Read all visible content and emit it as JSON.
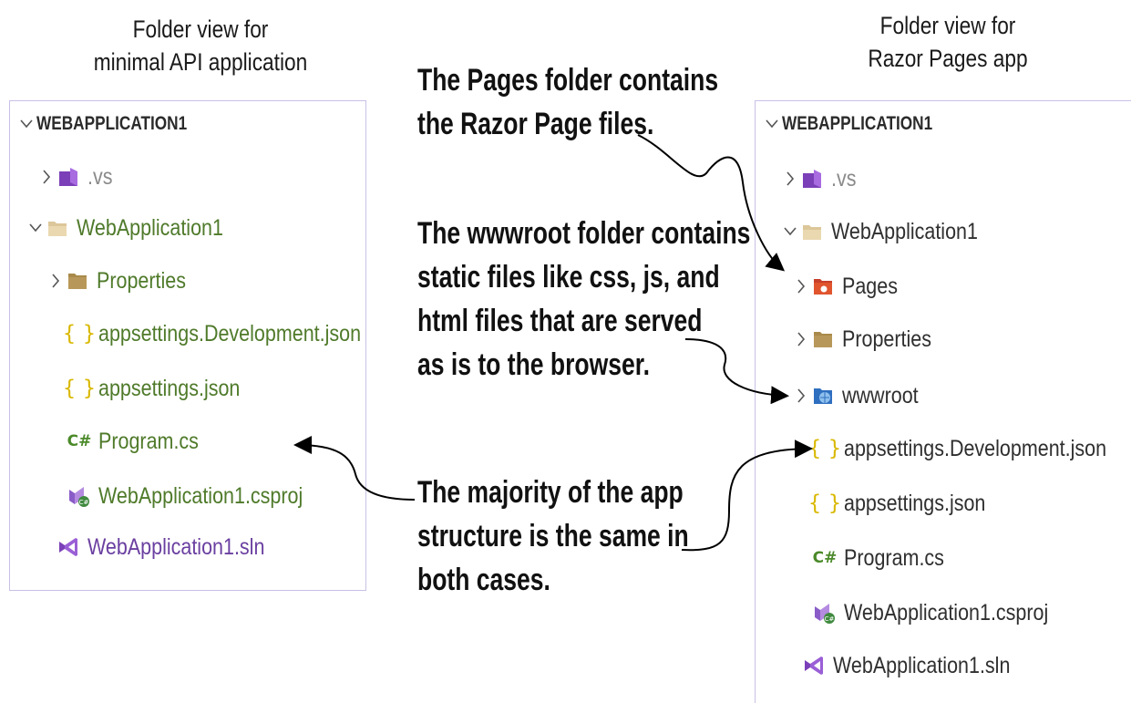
{
  "captions": {
    "left_line1": "Folder view for",
    "left_line2": "minimal API application",
    "right_line1": "Folder view for",
    "right_line2": "Razor Pages app"
  },
  "left_tree": {
    "root": "WEBAPPLICATION1",
    "vs": ".vs",
    "project": "WebApplication1",
    "properties": "Properties",
    "appsettings_dev": "appsettings.Development.json",
    "appsettings": "appsettings.json",
    "program": "Program.cs",
    "csproj": "WebApplication1.csproj",
    "sln": "WebApplication1.sln"
  },
  "right_tree": {
    "root": "WEBAPPLICATION1",
    "vs": ".vs",
    "project": "WebApplication1",
    "pages": "Pages",
    "properties": "Properties",
    "wwwroot": "wwwroot",
    "appsettings_dev": "appsettings.Development.json",
    "appsettings": "appsettings.json",
    "program": "Program.cs",
    "csproj": "WebApplication1.csproj",
    "sln": "WebApplication1.sln"
  },
  "notes": {
    "pages_1": "The Pages folder contains",
    "pages_2": "the Razor Page files.",
    "wwwroot_1": "The wwwroot folder contains",
    "wwwroot_2": "static files like css, js, and",
    "wwwroot_3": "html files that are served",
    "wwwroot_4": "as is to the browser.",
    "same_1": "The majority of the app",
    "same_2": "structure is the same in",
    "same_3": "both cases."
  },
  "icons": {
    "brace_glyph": "{ }",
    "csharp_glyph": "C#"
  }
}
